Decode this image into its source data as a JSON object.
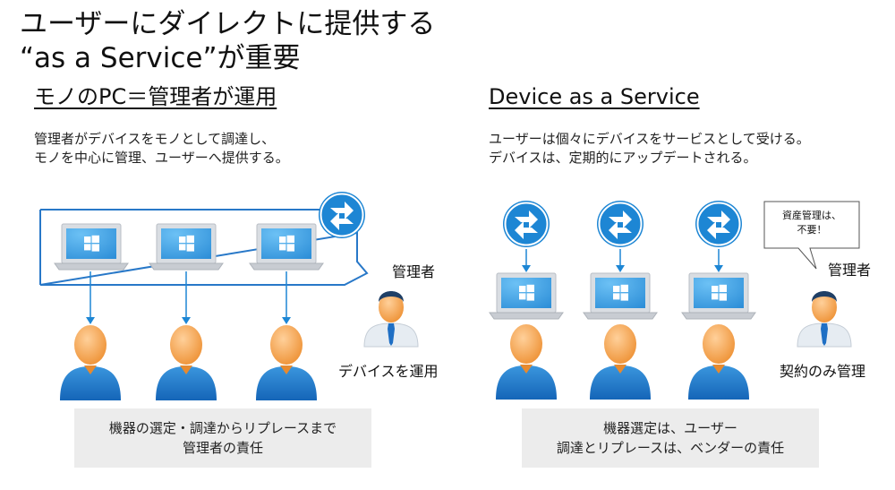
{
  "title": "ユーザーにダイレクトに提供する\n“as a Service”が重要",
  "left": {
    "heading": "モノのPC＝管理者が運用",
    "description": "管理者がデバイスをモノとして調達し、\nモノを中心に管理、ユーザーへ提供する。",
    "admin_label": "管理者",
    "admin_caption": "デバイスを運用",
    "footer": "機器の選定・調達からリプレースまで\n管理者の責任",
    "laptop_count": 3,
    "user_count": 3
  },
  "right": {
    "heading": "Device as a Service",
    "description": "ユーザーは個々にデバイスをサービスとして受ける。\nデバイスは、定期的にアップデートされる。",
    "admin_label": "管理者",
    "admin_caption": "契約のみ管理",
    "bubble": "資産管理は、\n不要！",
    "footer": "機器選定は、ユーザー\n調達とリプレースは、ベンダーの責任",
    "laptop_count": 3,
    "user_count": 3
  },
  "icons": [
    "update-sync-icon",
    "laptop-icon",
    "windows-logo-icon",
    "user-icon",
    "admin-icon",
    "down-arrow-icon"
  ],
  "colors": {
    "accent_blue": "#1d86d4",
    "frame_blue": "#2878c8",
    "user_orange": "#f5a04a",
    "user_blue": "#1e7fd0",
    "screen_blue": "#4aa9e9",
    "footer_bg": "#ececec"
  }
}
